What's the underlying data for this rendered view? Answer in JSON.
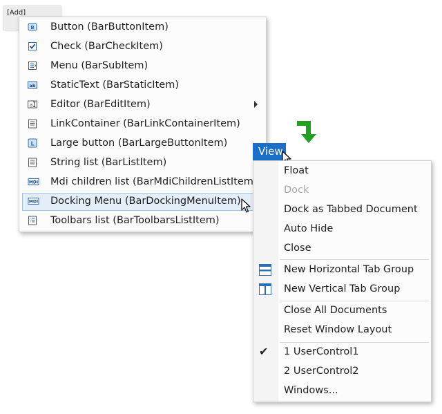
{
  "add_tag": {
    "label": "[Add]"
  },
  "left_menu": {
    "items": [
      {
        "label": "Button (BarButtonItem)",
        "icon": "button-item-icon"
      },
      {
        "label": "Check (BarCheckItem)",
        "icon": "check-item-icon"
      },
      {
        "label": "Menu (BarSubItem)",
        "icon": "submenu-item-icon"
      },
      {
        "label": "StaticText (BarStaticItem)",
        "icon": "static-text-icon"
      },
      {
        "label": "Editor (BarEditItem)",
        "icon": "editor-item-icon",
        "has_submenu": true
      },
      {
        "label": "LinkContainer (BarLinkContainerItem)",
        "icon": "link-container-icon"
      },
      {
        "label": "Large button (BarLargeButtonItem)",
        "icon": "large-button-icon"
      },
      {
        "label": "String list (BarListItem)",
        "icon": "string-list-icon"
      },
      {
        "label": "Mdi children list (BarMdiChildrenListItem)",
        "icon": "mdi-list-icon"
      },
      {
        "label": "Docking Menu (BarDockingMenuItem)",
        "icon": "docking-menu-icon",
        "selected": true
      },
      {
        "label": "Toolbars list (BarToolbarsListItem)",
        "icon": "toolbars-list-icon"
      }
    ]
  },
  "view_menu": {
    "header": "View",
    "items": [
      {
        "label": "Float"
      },
      {
        "label": "Dock",
        "disabled": true
      },
      {
        "label": "Dock as Tabbed Document"
      },
      {
        "label": "Auto Hide"
      },
      {
        "label": "Close"
      },
      {
        "label": "New Horizontal Tab Group",
        "icon": "horizontal-tab-group-icon"
      },
      {
        "label": "New Vertical Tab Group",
        "icon": "vertical-tab-group-icon"
      },
      {
        "label": "Close All Documents"
      },
      {
        "label": "Reset Window Layout"
      },
      {
        "label": "1 UserControl1",
        "checked": true
      },
      {
        "label": "2 UserControl2"
      },
      {
        "label": "Windows..."
      }
    ]
  },
  "colors": {
    "highlight": "#1b6fc8",
    "selected_bg": "#e3eef9",
    "arrow_green": "#22a022",
    "disabled_text": "#a8a8a8"
  }
}
